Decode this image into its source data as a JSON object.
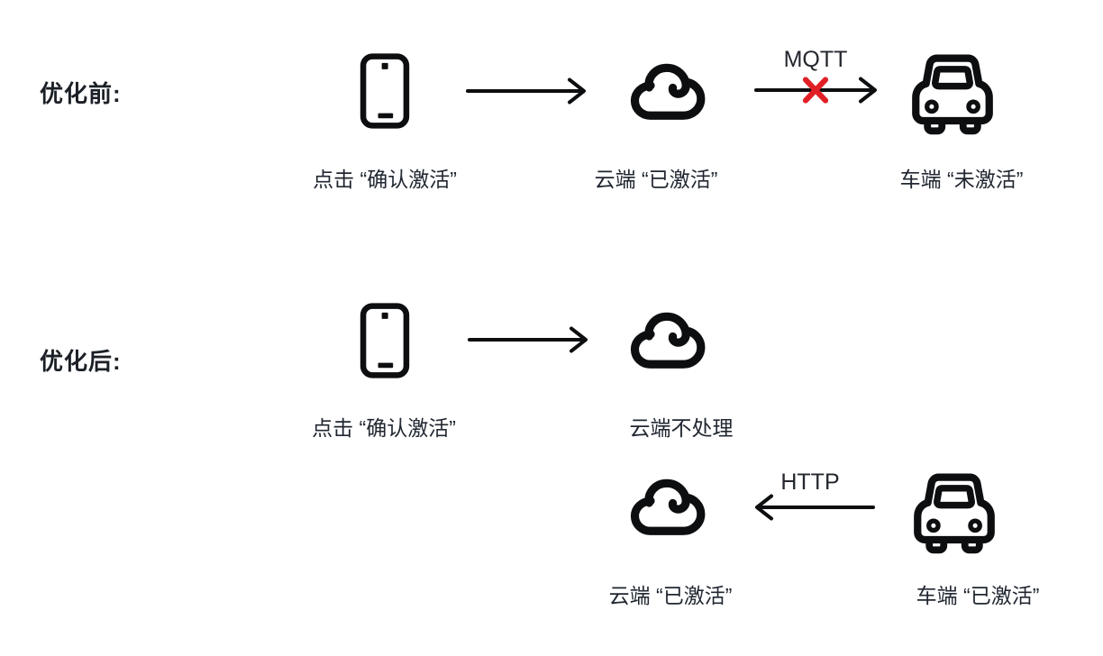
{
  "colors": {
    "icon_black": "#0c0e10",
    "label_text": "#212731",
    "heading_text": "#1b2026",
    "error_red": "#e02026",
    "background": "#ffffff"
  },
  "before": {
    "heading": "优化前:",
    "phone_caption": "点击 “确认激活”",
    "cloud_caption": "云端 “已激活”",
    "car_caption": "车端 “未激活”",
    "protocol": "MQTT"
  },
  "after": {
    "heading": "优化后:",
    "step1": {
      "phone_caption": "点击 “确认激活”",
      "cloud_caption": "云端不处理"
    },
    "step2": {
      "cloud_caption": "云端 “已激活”",
      "car_caption": "车端 “已激活”",
      "protocol": "HTTP"
    }
  },
  "icons": {
    "phone": "smartphone",
    "cloud": "cloud",
    "car": "car-front",
    "arrow_right": "arrow-right",
    "arrow_left": "arrow-left",
    "cross": "red-x-mark"
  }
}
